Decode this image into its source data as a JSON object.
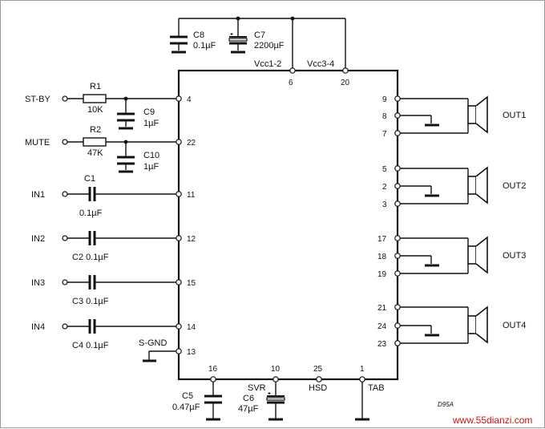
{
  "inputs": [
    {
      "label": "ST-BY",
      "resistor": "R1",
      "value": "10K",
      "pin": "4",
      "cap": "C9",
      "cap_value": "1µF"
    },
    {
      "label": "MUTE",
      "resistor": "R2",
      "value": "47K",
      "pin": "22",
      "cap": "C10",
      "cap_value": "1µF"
    }
  ],
  "audio_inputs": [
    {
      "label": "IN1",
      "cap": "C1",
      "cap_value": "0.1µF",
      "pin": "11"
    },
    {
      "label": "IN2",
      "cap": "C2 0.1µF",
      "pin": "12"
    },
    {
      "label": "IN3",
      "cap": "C3 0.1µF",
      "pin": "15"
    },
    {
      "label": "IN4",
      "cap": "C4 0.1µF",
      "pin": "14"
    }
  ],
  "ground_pin": {
    "label": "S-GND",
    "pin": "13"
  },
  "supply": {
    "c8": "C8",
    "c8_value": "0.1µF",
    "c7": "C7",
    "c7_value": "2200µF",
    "vcc12": "Vcc1-2",
    "vcc12_pin": "6",
    "vcc34": "Vcc3-4",
    "vcc34_pin": "20"
  },
  "outputs": [
    {
      "label": "OUT1",
      "pins": [
        "9",
        "8",
        "7"
      ]
    },
    {
      "label": "OUT2",
      "pins": [
        "5",
        "2",
        "3"
      ]
    },
    {
      "label": "OUT3",
      "pins": [
        "17",
        "18",
        "19"
      ]
    },
    {
      "label": "OUT4",
      "pins": [
        "21",
        "24",
        "23"
      ]
    }
  ],
  "bottom": {
    "pin16": "16",
    "c5": "C5",
    "c5_value": "0.47µF",
    "pin10": "10",
    "svr": "SVR",
    "c6": "C6",
    "c6_value": "47µF",
    "pin25": "25",
    "hsd": "HSD",
    "pin1": "1",
    "tab": "TAB"
  },
  "figure_code": "D95A",
  "watermark": "www.55dianzi.com",
  "colors": {
    "line": "#111111",
    "watermark": "#d01010"
  }
}
